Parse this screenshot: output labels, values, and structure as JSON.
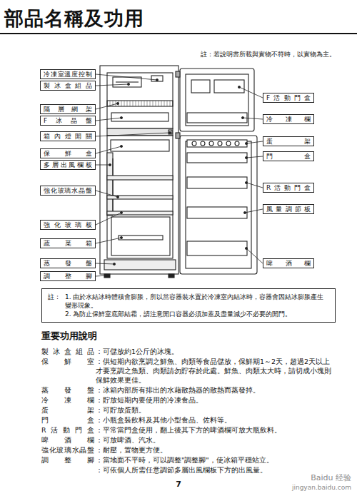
{
  "diagram": {
    "title": "部品名稱及功用",
    "nodes": [
      {
        "text": [
          "冷凍室溫度控制"
        ]
      },
      {
        "text": [
          "製冰盒組品"
        ]
      },
      {
        "text": [
          "隔層網架"
        ]
      },
      {
        "text": [
          "F冰晶盤"
        ]
      },
      {
        "text": [
          "箱內燈開關"
        ]
      },
      {
        "text": [
          "保鮮盒"
        ]
      },
      {
        "text": [
          "多層出風欄板"
        ]
      },
      {
        "text": [
          "強化玻璃水晶盤"
        ]
      },
      {
        "text": [
          "強化玻璃板"
        ]
      },
      {
        "text": [
          "蔬菜箱"
        ]
      },
      {
        "text": [
          "蒸發盤"
        ]
      },
      {
        "text": [
          "調整腳"
        ]
      },
      {
        "text": [
          "F活動門盒"
        ]
      },
      {
        "text": [
          "冷凍欄"
        ]
      },
      {
        "text": [
          "蛋架"
        ]
      },
      {
        "text": [
          "門盒"
        ]
      },
      {
        "text": [
          "R活動門盒"
        ]
      },
      {
        "text": [
          "風量調節板"
        ]
      },
      {
        "text": [
          "啤酒欄"
        ]
      },
      {
        "text": [
          "註：",
          "1. 由於水結冰時體積會膨脹，所以當容器裝水置於冷凍室內結冰時，容器會因結冰膨脹產生變形現象。",
          "2. 為防止保鮮室底部結霜，請注意開口容器必須加蓋及盡量減少不必要的開門。"
        ]
      }
    ],
    "labels": [
      "註：若說明書所載與實物不符時，以實物為主。",
      "重要功用說明",
      "製冰盒組品",
      "：可儲放約1公斤的冰塊。",
      "保鮮室",
      "：供短期內欲烹調之鮮魚、肉類等食品儲放，保鮮期1～2天，超過2天以上才要烹調之魚類、肉類請勿貯存於此處。鮮魚、肉類太大時，請切成小塊則保鮮效果更佳。",
      "蒸發盤",
      "：冰箱內部所有排出的水藉散熱器的散熱而蒸發掉。",
      "冷凍欄",
      "：貯放短期內要使用的冷凍食品。",
      "蛋架",
      "：可貯放蛋類。",
      "門盒",
      "：小瓶盒裝飲料及其他小型食品、佐料等。",
      "R活動門盒",
      "：平常當門盒使用，翻上後其下方的啤酒欄可放大瓶飲料。",
      "啤酒欄",
      "：可放啤酒、汽水。",
      "強化玻璃水晶盤",
      "：耐壓，置物更方便。",
      "調整腳",
      "：當地面不平時，可以調整\"調整腳\"，使冰箱平穩站立。",
      "：可依個人所需任意調節多層出風欄板下方的出風量。",
      "7",
      "Baidu 经验",
      "jingyan.baidu.com"
    ]
  }
}
